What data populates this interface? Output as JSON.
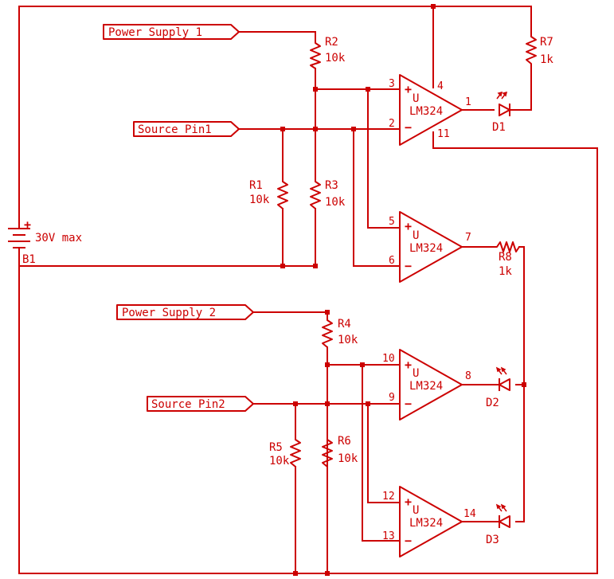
{
  "ports": {
    "ps1": "Power Supply 1",
    "src1": "Source Pin1",
    "ps2": "Power Supply 2",
    "src2": "Source Pin2"
  },
  "battery": {
    "ref": "B1",
    "value": "30V max"
  },
  "resistors": {
    "r1": {
      "ref": "R1",
      "value": "10k"
    },
    "r2": {
      "ref": "R2",
      "value": "10k"
    },
    "r3": {
      "ref": "R3",
      "value": "10k"
    },
    "r4": {
      "ref": "R4",
      "value": "10k"
    },
    "r5": {
      "ref": "R5",
      "value": "10k"
    },
    "r6": {
      "ref": "R6",
      "value": "10k"
    },
    "r7": {
      "ref": "R7",
      "value": "1k"
    },
    "r8": {
      "ref": "R8",
      "value": "1k"
    }
  },
  "diodes": {
    "d1": "D1",
    "d2": "D2",
    "d3": "D3"
  },
  "opamp": {
    "unit": "U",
    "part": "LM324",
    "plus": "+",
    "minus": "−"
  },
  "pins": {
    "a": {
      "in_plus": "3",
      "in_minus": "2",
      "out": "1",
      "vcc": "4",
      "gnd": "11"
    },
    "b": {
      "in_plus": "5",
      "in_minus": "6",
      "out": "7"
    },
    "c": {
      "in_plus": "10",
      "in_minus": "9",
      "out": "8"
    },
    "d": {
      "in_plus": "12",
      "in_minus": "13",
      "out": "14"
    }
  },
  "battery_plus": "+",
  "colors": {
    "ink": "#cc0000",
    "background": "#ffffff"
  }
}
